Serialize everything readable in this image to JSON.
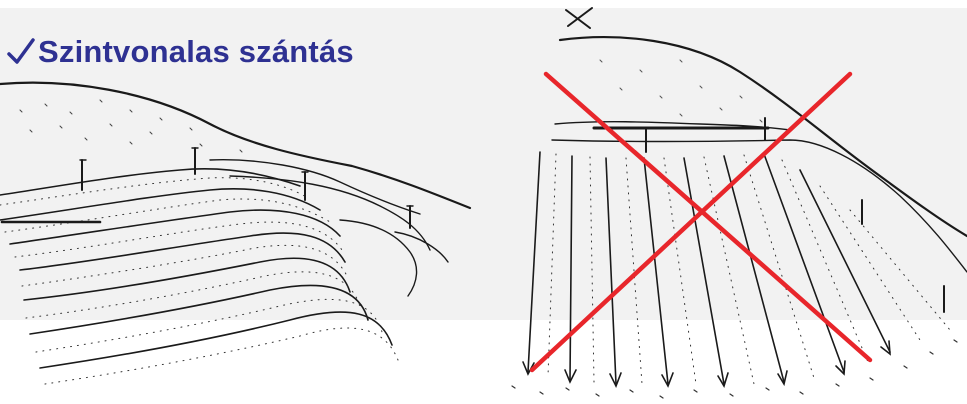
{
  "slide": {
    "title": "Szintvonalas szántás",
    "title_color": "#2e3192",
    "wrong_mark_color": "#e8262b"
  },
  "illustrations": [
    {
      "id": "contour-plowing",
      "icon": "check-icon"
    },
    {
      "id": "downslope-plowing",
      "icon": "red-x-icon"
    }
  ]
}
